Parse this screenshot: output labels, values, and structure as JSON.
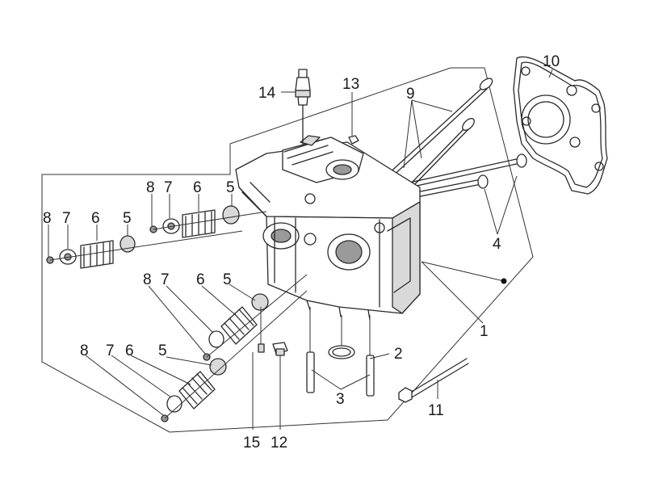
{
  "callouts": [
    {
      "id": "1",
      "label": "1"
    },
    {
      "id": "2",
      "label": "2"
    },
    {
      "id": "3",
      "label": "3"
    },
    {
      "id": "4",
      "label": "4"
    },
    {
      "id": "5a",
      "label": "5"
    },
    {
      "id": "5b",
      "label": "5"
    },
    {
      "id": "5c",
      "label": "5"
    },
    {
      "id": "5d",
      "label": "5"
    },
    {
      "id": "6a",
      "label": "6"
    },
    {
      "id": "6b",
      "label": "6"
    },
    {
      "id": "6c",
      "label": "6"
    },
    {
      "id": "6d",
      "label": "6"
    },
    {
      "id": "7a",
      "label": "7"
    },
    {
      "id": "7b",
      "label": "7"
    },
    {
      "id": "7c",
      "label": "7"
    },
    {
      "id": "7d",
      "label": "7"
    },
    {
      "id": "8a",
      "label": "8"
    },
    {
      "id": "8b",
      "label": "8"
    },
    {
      "id": "8c",
      "label": "8"
    },
    {
      "id": "8d",
      "label": "8"
    },
    {
      "id": "9",
      "label": "9"
    },
    {
      "id": "10",
      "label": "10"
    },
    {
      "id": "11",
      "label": "11"
    },
    {
      "id": "12",
      "label": "12"
    },
    {
      "id": "13",
      "label": "13"
    },
    {
      "id": "14",
      "label": "14"
    },
    {
      "id": "15",
      "label": "15"
    }
  ]
}
